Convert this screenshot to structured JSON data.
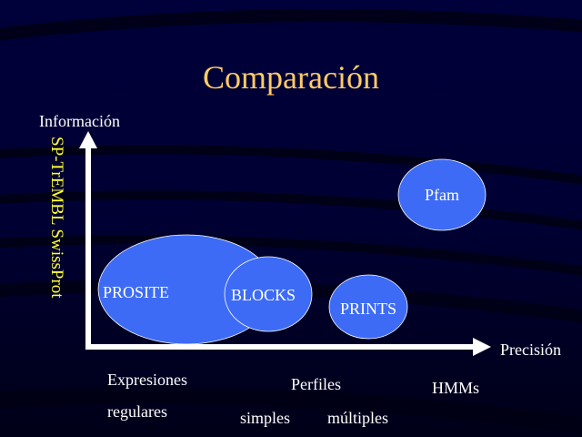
{
  "title": "Comparación",
  "axes": {
    "y_label": "Información",
    "x_label": "Precisión",
    "y_side_label": "SP-TrEMBL  SwissProt"
  },
  "nodes": [
    {
      "id": "prosite",
      "label": "PROSITE"
    },
    {
      "id": "blocks",
      "label": "BLOCKS"
    },
    {
      "id": "prints",
      "label": "PRINTS"
    },
    {
      "id": "pfam",
      "label": "Pfam"
    }
  ],
  "categories": {
    "expresiones": "Expresiones",
    "regulares": "regulares",
    "perfiles": "Perfiles",
    "simples": "simples",
    "multiples": "múltiples",
    "hmms": "HMMs"
  },
  "colors": {
    "background": "#00002e",
    "title": "#ffcc66",
    "side_label": "#ffff33",
    "ellipse": "#3d6bf5",
    "text": "#ffffff"
  }
}
